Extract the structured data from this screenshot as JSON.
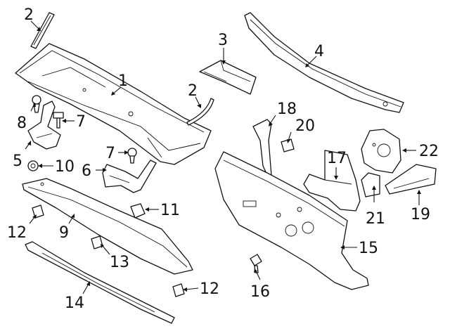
{
  "callouts": [
    {
      "id": "c1",
      "text": "1"
    },
    {
      "id": "c2a",
      "text": "2"
    },
    {
      "id": "c2b",
      "text": "2"
    },
    {
      "id": "c3",
      "text": "3"
    },
    {
      "id": "c4",
      "text": "4"
    },
    {
      "id": "c5",
      "text": "5"
    },
    {
      "id": "c6",
      "text": "6"
    },
    {
      "id": "c7a",
      "text": "7"
    },
    {
      "id": "c7b",
      "text": "7"
    },
    {
      "id": "c8",
      "text": "8"
    },
    {
      "id": "c9",
      "text": "9"
    },
    {
      "id": "c10",
      "text": "10"
    },
    {
      "id": "c11",
      "text": "11"
    },
    {
      "id": "c12a",
      "text": "12"
    },
    {
      "id": "c12b",
      "text": "12"
    },
    {
      "id": "c13",
      "text": "13"
    },
    {
      "id": "c14",
      "text": "14"
    },
    {
      "id": "c15",
      "text": "15"
    },
    {
      "id": "c16",
      "text": "16"
    },
    {
      "id": "c17",
      "text": "17"
    },
    {
      "id": "c18",
      "text": "18"
    },
    {
      "id": "c19",
      "text": "19"
    },
    {
      "id": "c20",
      "text": "20"
    },
    {
      "id": "c21",
      "text": "21"
    },
    {
      "id": "c22",
      "text": "22"
    }
  ]
}
